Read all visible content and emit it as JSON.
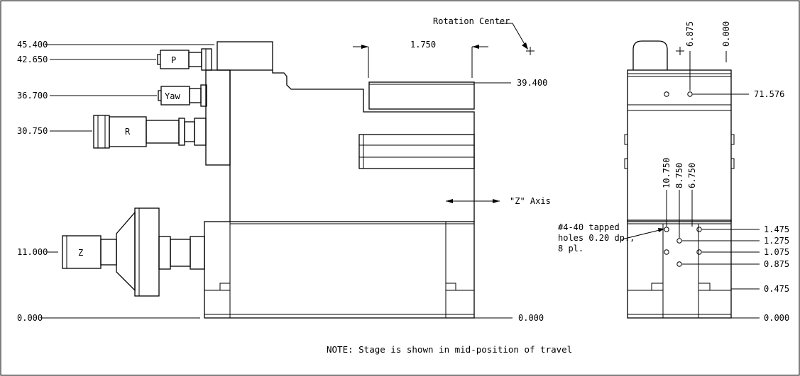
{
  "drawing": {
    "left_dims": [
      "45.400",
      "42.650",
      "36.700",
      "30.750",
      "11.000",
      "0.000"
    ],
    "knob_labels": {
      "p": "P",
      "yaw": "Yaw",
      "r": "R",
      "z": "Z"
    },
    "rotation_center": "Rotation Center",
    "top_dim": "1.750",
    "mid_right_dims": [
      "39.400",
      "0.000"
    ],
    "z_axis_label": "\"Z\" Axis",
    "right_top_dims": [
      "6.875",
      "0.000"
    ],
    "right_upper_dim": "71.576",
    "hole_x_dims": [
      "10.750",
      "8.750",
      "6.750"
    ],
    "hole_y_dims": [
      "1.475",
      "1.275",
      "1.075",
      "0.875",
      "0.475",
      "0.000"
    ],
    "hole_note": [
      "#4-40 tapped",
      "holes 0.20 dp.,",
      "8 pl."
    ],
    "note": "NOTE: Stage is shown in mid-position of travel"
  }
}
